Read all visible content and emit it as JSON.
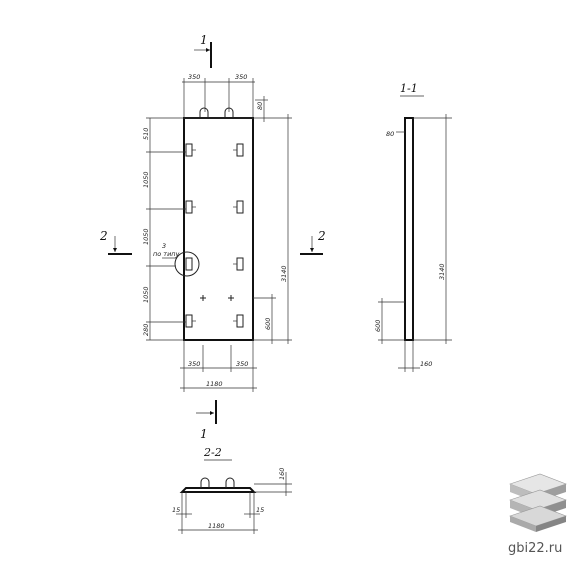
{
  "section_marks": {
    "top": "1",
    "bottom": "1",
    "left": "2",
    "right": "2",
    "section_1_title": "1-1",
    "section_2_title": "2-2"
  },
  "main_view": {
    "top_spacing_left": "350",
    "top_spacing_right": "350",
    "lug_height": "80",
    "left_dims": [
      "510",
      "1050",
      "1050",
      "1050",
      "280"
    ],
    "overall_height": "3140",
    "bottom_spacing_left": "350",
    "bottom_spacing_right": "350",
    "overall_width": "1180",
    "lower_right_dim": "600",
    "callout_number": "3",
    "callout_text": "по типу"
  },
  "section_1": {
    "top_dim": "80",
    "height_dim": "3140",
    "lower_dim": "600",
    "thickness": "160"
  },
  "section_2": {
    "height_dim": "160",
    "width_dim": "1180",
    "left_edge": "15",
    "right_edge": "15"
  },
  "brand": {
    "site": "gbi22.ru",
    "logo_icon": "stacked-slabs-icon"
  }
}
